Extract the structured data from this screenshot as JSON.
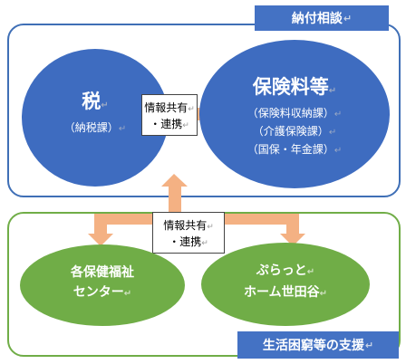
{
  "top_group": {
    "tag": "納付相談",
    "tag_mark": "↵"
  },
  "bottom_group": {
    "tag": "生活困窮等の支援",
    "tag_mark": "↵"
  },
  "tax": {
    "title": "税",
    "title_mark": "↵",
    "sub": "（納税課）",
    "sub_mark": "↵"
  },
  "insurance": {
    "title": "保険料等",
    "title_mark": "↵",
    "lines": [
      "（保険料収納課）",
      "（介護保険課）",
      "（国保・年金課）"
    ],
    "line_marks": [
      "↵",
      "↵",
      "↵"
    ]
  },
  "info_top": {
    "line1": "情報共有",
    "line2": "・連携",
    "mark1": "↵",
    "mark2": "↵"
  },
  "info_bottom": {
    "line1": "情報共有",
    "line2": "・連携",
    "mark1": "↵",
    "mark2": "↵"
  },
  "health_center": {
    "line1": "各保健福祉",
    "line2": "センター",
    "mark2": "↵"
  },
  "plat_home": {
    "line1": "ぷらっと",
    "line2": "ホーム世田谷",
    "mark1": "↵",
    "mark2": "↵"
  },
  "colors": {
    "blue": "#4472c4",
    "green": "#70ad47",
    "arrow": "#f4b183"
  }
}
